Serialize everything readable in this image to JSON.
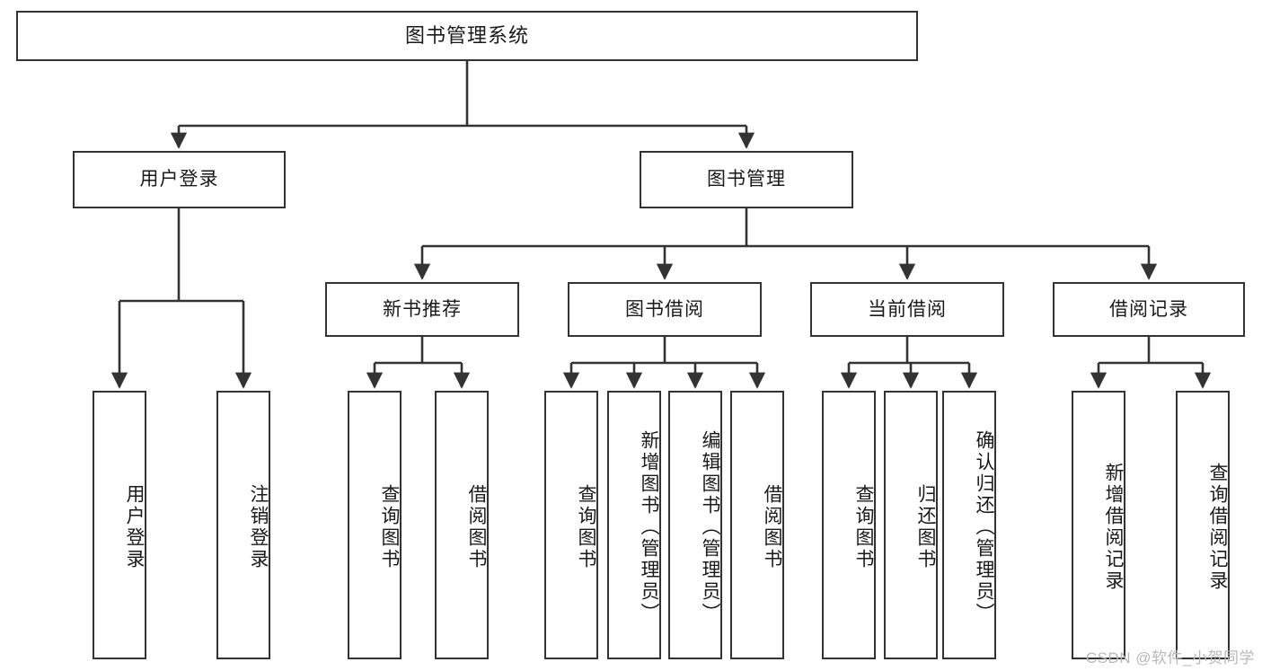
{
  "diagram": {
    "title": "图书管理系统",
    "type": "tree-hierarchy",
    "root": {
      "label": "图书管理系统"
    },
    "level2": [
      {
        "id": "user-login",
        "label": "用户登录"
      },
      {
        "id": "book-management",
        "label": "图书管理"
      }
    ],
    "level3": [
      {
        "id": "new-book-recommend",
        "label": "新书推荐",
        "parent": "book-management"
      },
      {
        "id": "book-borrow",
        "label": "图书借阅",
        "parent": "book-management"
      },
      {
        "id": "current-borrow",
        "label": "当前借阅",
        "parent": "book-management"
      },
      {
        "id": "borrow-record",
        "label": "借阅记录",
        "parent": "book-management"
      }
    ],
    "leaves": {
      "user-login": [
        {
          "id": "leaf-user-login",
          "label": "用户登录"
        },
        {
          "id": "leaf-user-logout",
          "label": "注销登录"
        }
      ],
      "new-book-recommend": [
        {
          "id": "leaf-query-book-1",
          "label": "查询图书"
        },
        {
          "id": "leaf-borrow-book-1",
          "label": "借阅图书"
        }
      ],
      "book-borrow": [
        {
          "id": "leaf-query-book-2",
          "label": "查询图书"
        },
        {
          "id": "leaf-add-book",
          "label": "新增图书（管理员）"
        },
        {
          "id": "leaf-edit-book",
          "label": "编辑图书（管理员）"
        },
        {
          "id": "leaf-borrow-book-2",
          "label": "借阅图书"
        }
      ],
      "current-borrow": [
        {
          "id": "leaf-query-book-3",
          "label": "查询图书"
        },
        {
          "id": "leaf-return-book",
          "label": "归还图书"
        },
        {
          "id": "leaf-confirm-return",
          "label": "确认归还（管理员）"
        }
      ],
      "borrow-record": [
        {
          "id": "leaf-add-record",
          "label": "新增借阅记录"
        },
        {
          "id": "leaf-query-record",
          "label": "查询借阅记录"
        }
      ]
    },
    "colors": {
      "stroke": "#333333",
      "fill": "#ffffff",
      "text": "#1a1a1a",
      "watermark": "#b9b9b9"
    }
  },
  "watermark": {
    "text": "CSDN @软件_小贺同学"
  }
}
